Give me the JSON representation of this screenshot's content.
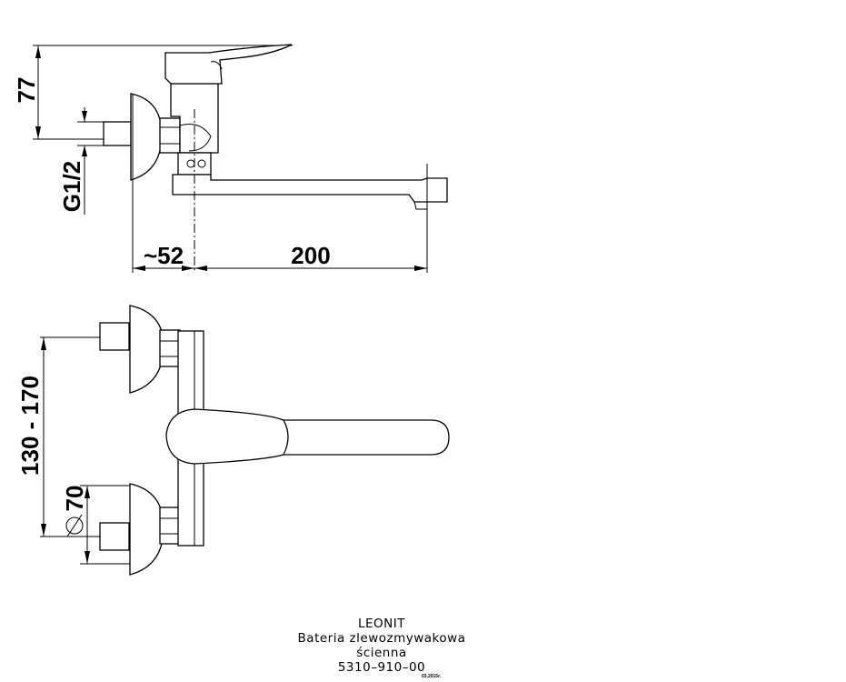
{
  "drawing": {
    "dimensions": {
      "height_top": "77",
      "thread": "G1/2",
      "wall_offset": "~52",
      "spout_reach": "200",
      "spacing": "130 - 170",
      "diameter": "70"
    }
  },
  "title_block": {
    "product": "LEONIT",
    "description_line1": "Bateria  zlewozmywakowa",
    "description_line2": "ścienna",
    "code": "5310–910–00",
    "date": "03.2015r."
  }
}
